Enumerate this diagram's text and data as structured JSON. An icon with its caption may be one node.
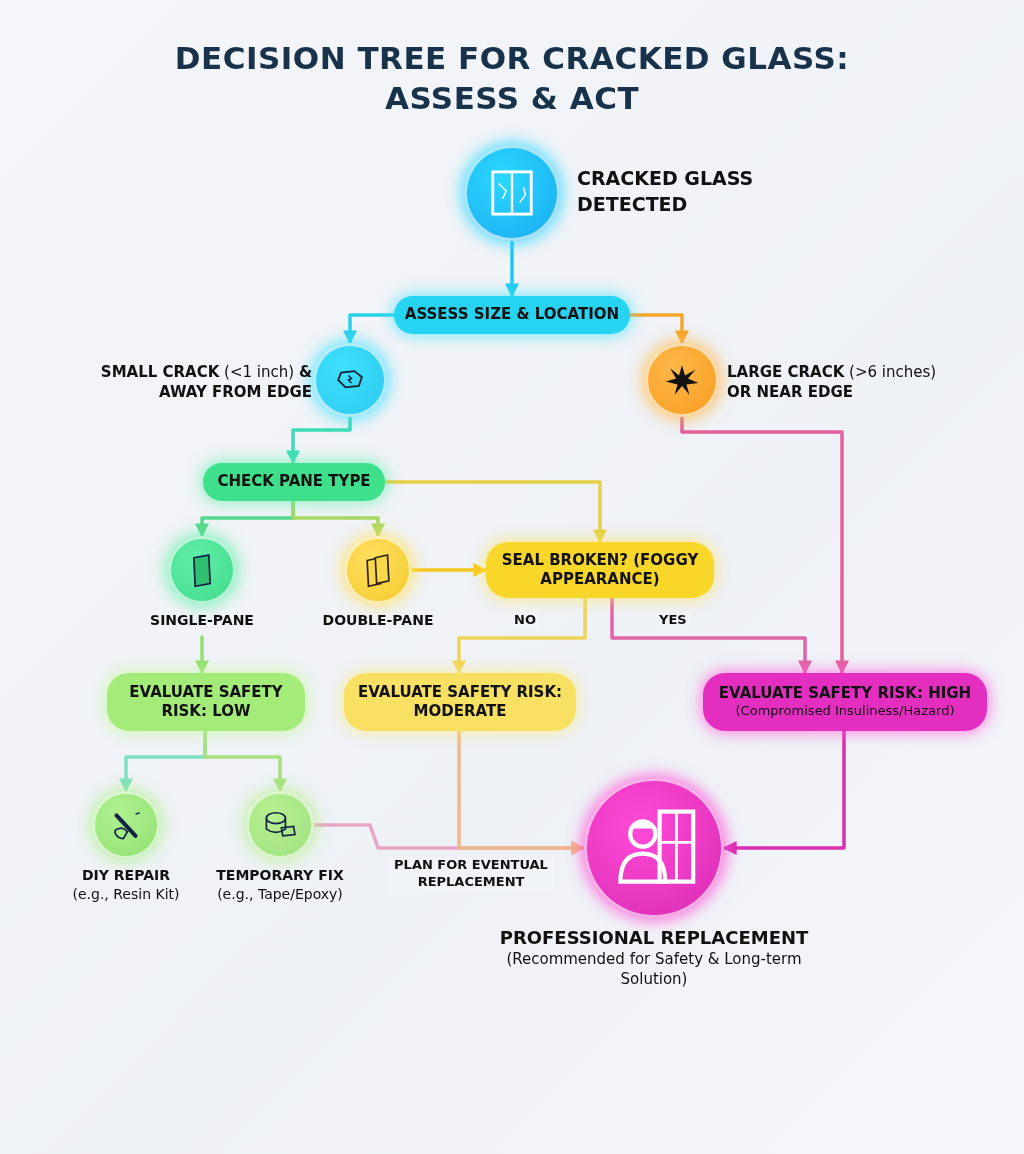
{
  "diagram": {
    "title": "DECISION TREE FOR CRACKED GLASS: ASSESS & ACT",
    "nodes": [
      {
        "text": [
          "CRACKED GLASS DETECTED"
        ]
      },
      {
        "text": [
          "ASSESS SIZE & LOCATION"
        ]
      },
      {
        "text": [
          "**SMALL CRACK** (<1 inch) **& AWAY FROM EDGE**"
        ]
      },
      {
        "text": [
          "**LARGE CRACK** (>6 inches) **OR NEAR EDGE**"
        ]
      },
      {
        "text": [
          "CHECK PANE TYPE"
        ]
      },
      {
        "text": [
          "SINGLE-PANE"
        ]
      },
      {
        "text": [
          "DOUBLE-PANE"
        ]
      },
      {
        "text": [
          "SEAL BROKEN? (FOGGY APPEARANCE)"
        ]
      },
      {
        "text": [
          "EVALUATE SAFETY RISK: LOW"
        ]
      },
      {
        "text": [
          "EVALUATE SAFETY RISK: MODERATE"
        ]
      },
      {
        "text": [
          "EVALUATE SAFETY RISK: HIGH",
          "(Compromised Insuliness/Hazard)"
        ]
      },
      {
        "text": [
          "DIY REPAIR",
          "(e.g., Resin Kit)"
        ]
      },
      {
        "text": [
          "TEMPORARY FIX",
          "(e.g., Tape/Epoxy)"
        ]
      },
      {
        "text": [
          "PROFESSIONAL REPLACEMENT",
          "(Recommended for Safety & Long-term Solution)"
        ]
      }
    ],
    "edges": [
      {
        "from": 0,
        "to": 1,
        "arrow": "to",
        "color": "#1ec8f0"
      },
      {
        "from": 1,
        "to": 2,
        "arrow": "to",
        "color": "#28d2e6"
      },
      {
        "from": 1,
        "to": 3,
        "arrow": "to",
        "color": "#f5a62a"
      },
      {
        "from": 2,
        "to": 4,
        "arrow": "to",
        "color": "#3ddcb8"
      },
      {
        "from": 4,
        "to": 5,
        "arrow": "to",
        "color": "#55d98c"
      },
      {
        "from": 4,
        "to": 6,
        "arrow": "to",
        "color": "#a8d860"
      },
      {
        "from": 4,
        "to": 7,
        "arrow": "to",
        "color": "#e6d048"
      },
      {
        "from": 6,
        "to": 7,
        "arrow": "to",
        "color": "#f5c81e"
      },
      {
        "from": 7,
        "to": 9,
        "label": "NO",
        "arrow": "to",
        "color": "#f0d458"
      },
      {
        "from": 7,
        "to": 10,
        "label": "YES",
        "arrow": "to",
        "color": "#e064a8"
      },
      {
        "from": 3,
        "to": 10,
        "arrow": "to",
        "color": "#e2609e"
      },
      {
        "from": 5,
        "to": 8,
        "arrow": "to",
        "color": "#92e070"
      },
      {
        "from": 8,
        "to": 11,
        "arrow": "to",
        "color": "#7ee0c0"
      },
      {
        "from": 8,
        "to": 12,
        "arrow": "to",
        "color": "#a8e080"
      },
      {
        "from": 12,
        "to": 13,
        "label": "PLAN FOR EVENTUAL REPLACEMENT",
        "arrow": "to",
        "color": "#eaa4c8"
      },
      {
        "from": 9,
        "to": 13,
        "arrow": "to",
        "color": "#f0b88a"
      },
      {
        "from": 10,
        "to": 13,
        "arrow": "to",
        "color": "#d830b0"
      }
    ]
  }
}
